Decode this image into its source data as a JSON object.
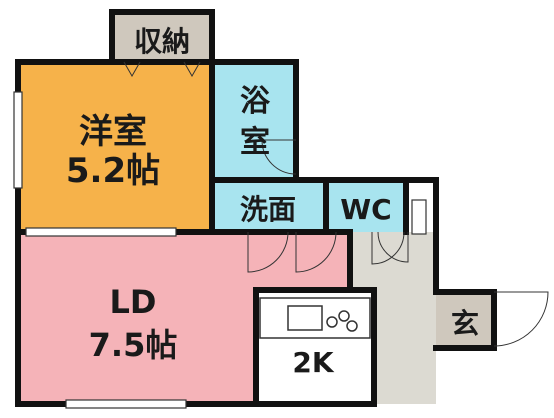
{
  "rooms": {
    "storage": {
      "label": "収納",
      "color": "#cfc8bd"
    },
    "western": {
      "label_1": "洋室",
      "label_2": "5.2帖",
      "color": "#f6b24a"
    },
    "bath": {
      "label_1": "浴",
      "label_2": "室",
      "color": "#a8e4ef"
    },
    "washroom": {
      "label": "洗面",
      "color": "#a8e4ef"
    },
    "wc": {
      "label": "WC",
      "color": "#a8e4ef"
    },
    "ld": {
      "label_1": "LD",
      "label_2": "7.5帖",
      "color": "#f5b3b8"
    },
    "kitchen": {
      "label": "2K"
    },
    "entrance": {
      "label": "玄",
      "color": "#cfc8bd"
    }
  }
}
